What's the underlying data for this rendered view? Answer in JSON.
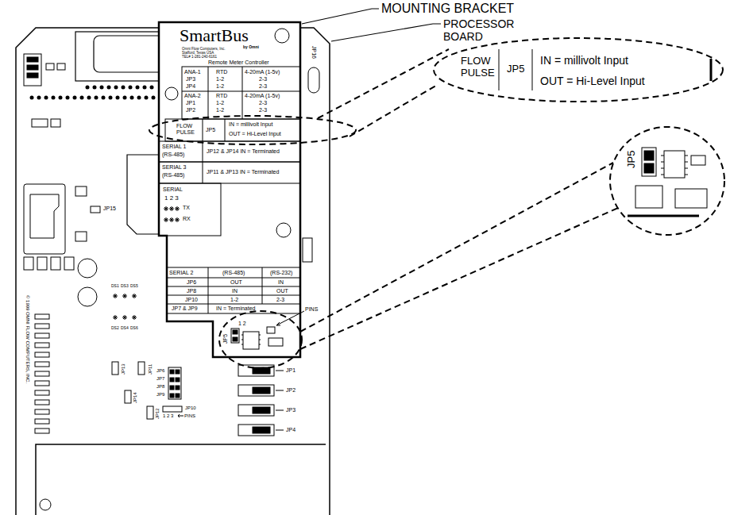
{
  "diagram": {
    "labels": [
      "MOUNTING BRACKET",
      "PROCESSOR BOARD",
      "SmartBus",
      "by Omni",
      "Omni Flow Computers, Inc.",
      "Stafford, Texas USA",
      "TEL# 1-281-240-6161",
      "Remote Meter Controller",
      "ANA-1",
      "RTD",
      "4-20mA (1-5v)",
      "JP3",
      "1-2",
      "2-3",
      "JP4",
      "1-2",
      "2-3",
      "ANA-2",
      "RTD",
      "4-20mA (1-5v)",
      "JP1",
      "1-2",
      "2-3",
      "JP2",
      "1-2",
      "2-3",
      "FLOW PULSE",
      "JP5",
      "IN = millivolt Input",
      "OUT = Hi-Level Input",
      "SERIAL 1",
      "(RS-485)",
      "JP12 & JP14 IN = Terminated",
      "SERIAL 3",
      "(RS-485)",
      "JP11 & JP13 IN = Terminated",
      "SERIAL",
      "1 2 3",
      "TX",
      "RX",
      "SERIAL 2",
      "(RS-485)",
      "(RS-232)",
      "JP6",
      "OUT",
      "IN",
      "JP8",
      "IN",
      "OUT",
      "JP10",
      "1-2",
      "2-3",
      "JP7 & JP9",
      "IN = Terminated",
      "1 2",
      "PINS",
      "JP5",
      "JP1",
      "JP2",
      "JP3",
      "JP4",
      "JP16",
      "JP15",
      "DS1",
      "DS3",
      "DS5",
      "DS2",
      "DS4",
      "DS6",
      "JP13",
      "JP11",
      "JP14",
      "JP12",
      "JP6",
      "JP7",
      "JP8",
      "JP9",
      "JP10",
      "1 2 3",
      "PINS",
      "© 1999 OMNI FLOW COMPUTERS, INC.",
      "FLOW PULSE",
      "JP5",
      "IN = millivolt Input",
      "OUT = Hi-Level Input",
      "JP5"
    ]
  }
}
